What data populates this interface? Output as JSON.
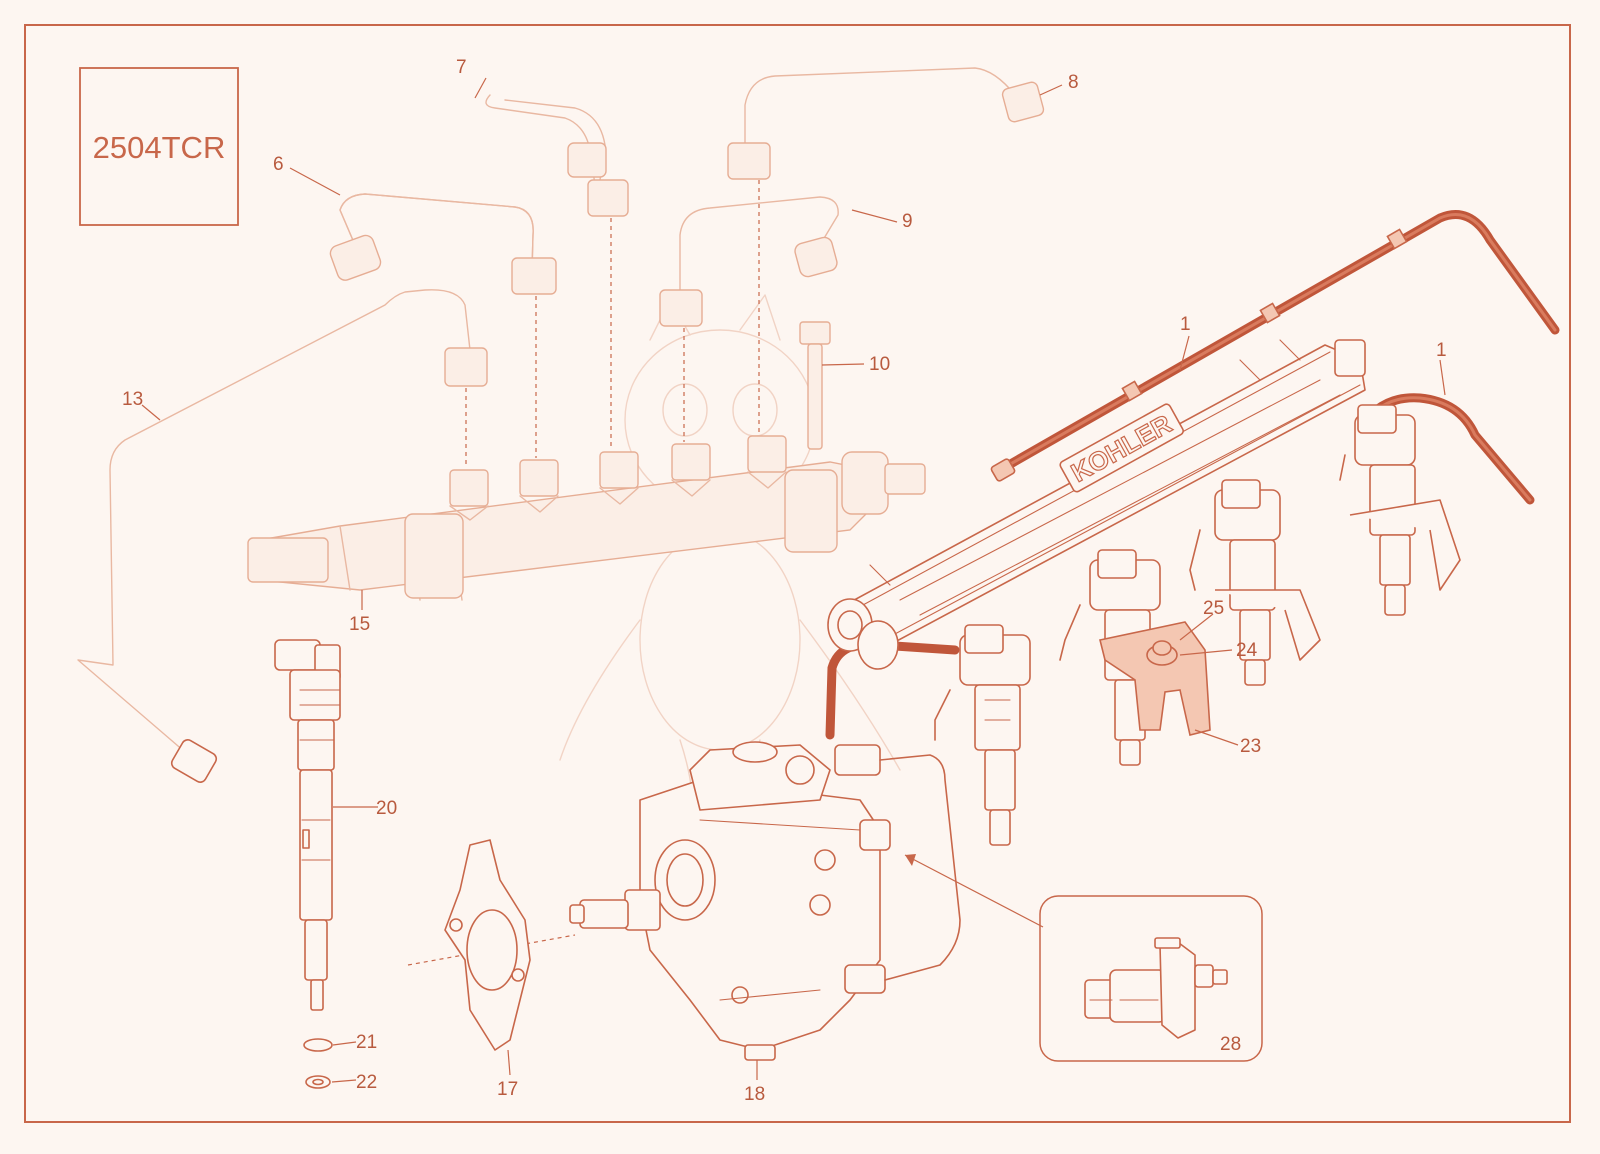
{
  "diagram": {
    "model_code": "2504TCR",
    "brand_mark": "KOHLER",
    "palette": {
      "line": "#c8674a",
      "hose": "#c0563a",
      "highlight": "#f4c7b2",
      "background": "#fdf6f1",
      "faint": "#e9b8a2"
    },
    "callouts": {
      "c1a": "1",
      "c1b": "1",
      "c6": "6",
      "c7": "7",
      "c8": "8",
      "c9": "9",
      "c10": "10",
      "c13": "13",
      "c15": "15",
      "c17": "17",
      "c18": "18",
      "c20": "20",
      "c21": "21",
      "c22": "22",
      "c23": "23",
      "c24": "24",
      "c25": "25",
      "c28": "28"
    }
  }
}
